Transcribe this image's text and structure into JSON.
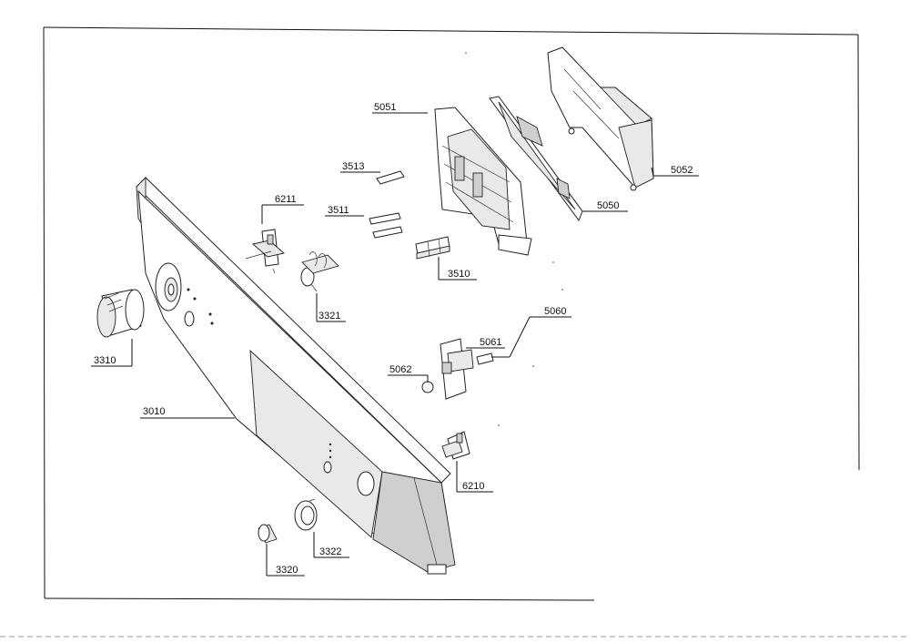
{
  "labels": {
    "p5051": "5051",
    "p5052": "5052",
    "p5050": "5050",
    "p3513": "3513",
    "p6211": "6211",
    "p3511": "3511",
    "p3510": "3510",
    "p3321": "3321",
    "p3310": "3310",
    "p3010": "3010",
    "p5060": "5060",
    "p5061": "5061",
    "p5062": "5062",
    "p6210": "6210",
    "p3322": "3322",
    "p3320": "3320"
  }
}
